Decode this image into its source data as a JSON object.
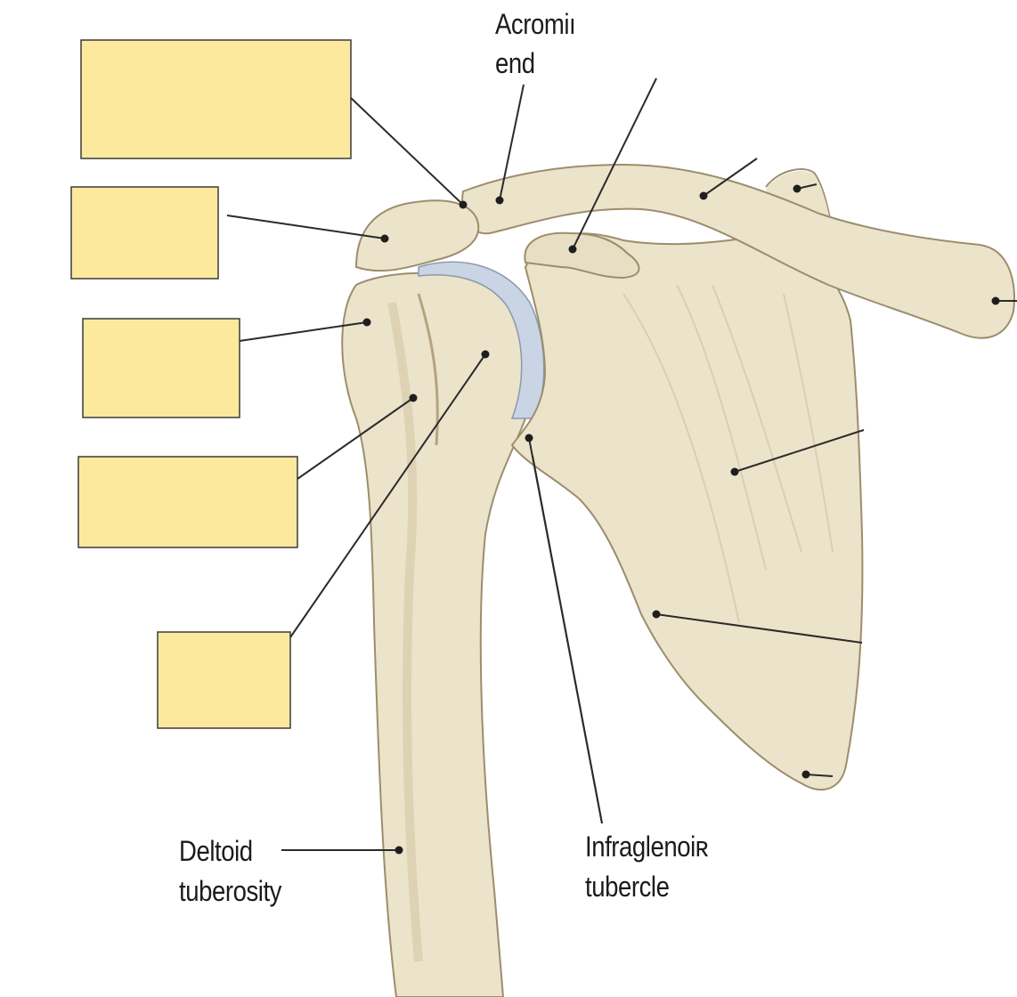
{
  "labels": {
    "acromial_end": {
      "line1": "Acromiı",
      "line2": "end"
    },
    "deltoid_tuberosity": {
      "line1": "Deltoid",
      "line2": "tuberosity"
    },
    "infraglenoid_tubercle": {
      "line1": "Infraglenoiʀ",
      "line2": "tubercle"
    }
  },
  "answer_boxes": [
    {
      "id": "box-1",
      "value": ""
    },
    {
      "id": "box-2",
      "value": ""
    },
    {
      "id": "box-3",
      "value": ""
    },
    {
      "id": "box-4",
      "value": ""
    },
    {
      "id": "box-5",
      "value": ""
    }
  ],
  "colors": {
    "bone": "#ece3cb",
    "bone_shadow": "#d3c6a4",
    "cartilage": "#c9d4e4",
    "box_fill": "#fde99d",
    "line": "#2b2b2b"
  }
}
